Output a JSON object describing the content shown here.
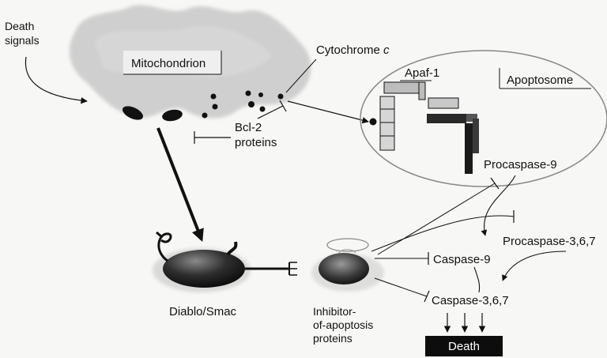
{
  "labels": {
    "death_signals_line1": "Death",
    "death_signals_line2": "signals",
    "mitochondrion": "Mitochondrion",
    "cytochrome": "Cytochrome ",
    "cytochrome_c": "c",
    "apaf1": "Apaf-1",
    "apoptosome": "Apoptosome",
    "bcl2_line1": "Bcl-2",
    "bcl2_line2": "proteins",
    "procaspase9": "Procaspase-9",
    "procaspase367": "Procaspase-3,6,7",
    "caspase9": "Caspase-9",
    "caspase367": "Caspase-3,6,7",
    "diablo_smac": "Diablo/Smac",
    "iap_line1": "Inhibitor-",
    "iap_line2": "of-apoptosis",
    "iap_line3": "proteins",
    "death": "Death"
  },
  "colors": {
    "background": "#f7f7f5",
    "ink": "#111111",
    "mitochondrion_fill": "#c9c9c9",
    "death_box": "#0d0d0d",
    "death_text": "#ffffff"
  }
}
